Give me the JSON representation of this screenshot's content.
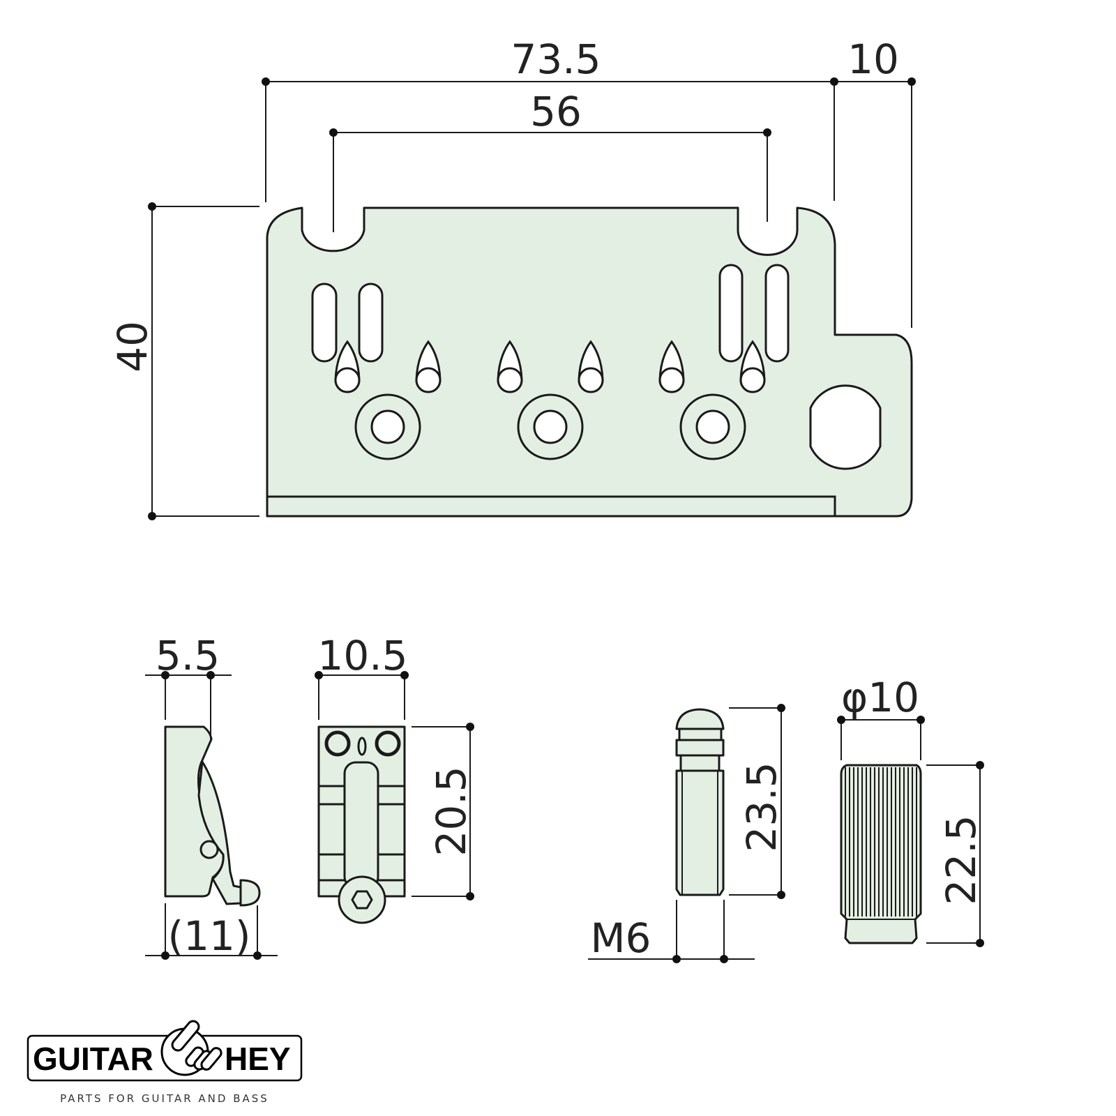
{
  "dimensions": {
    "plate_width": "73.5",
    "plate_extension": "10",
    "hole_spacing": "56",
    "plate_height": "40",
    "side_width": "5.5",
    "side_depth": "(11)",
    "saddle_width": "10.5",
    "saddle_length": "20.5",
    "stud_length": "23.5",
    "stud_thread": "M6",
    "bushing_diameter": "φ10",
    "bushing_length": "22.5"
  },
  "logo": {
    "left": "GUITAR",
    "right": "HEY",
    "tagline": "PARTS FOR GUITAR AND BASS"
  },
  "colors": {
    "part_fill": "#e4efe3",
    "line": "#1a1a1a"
  }
}
